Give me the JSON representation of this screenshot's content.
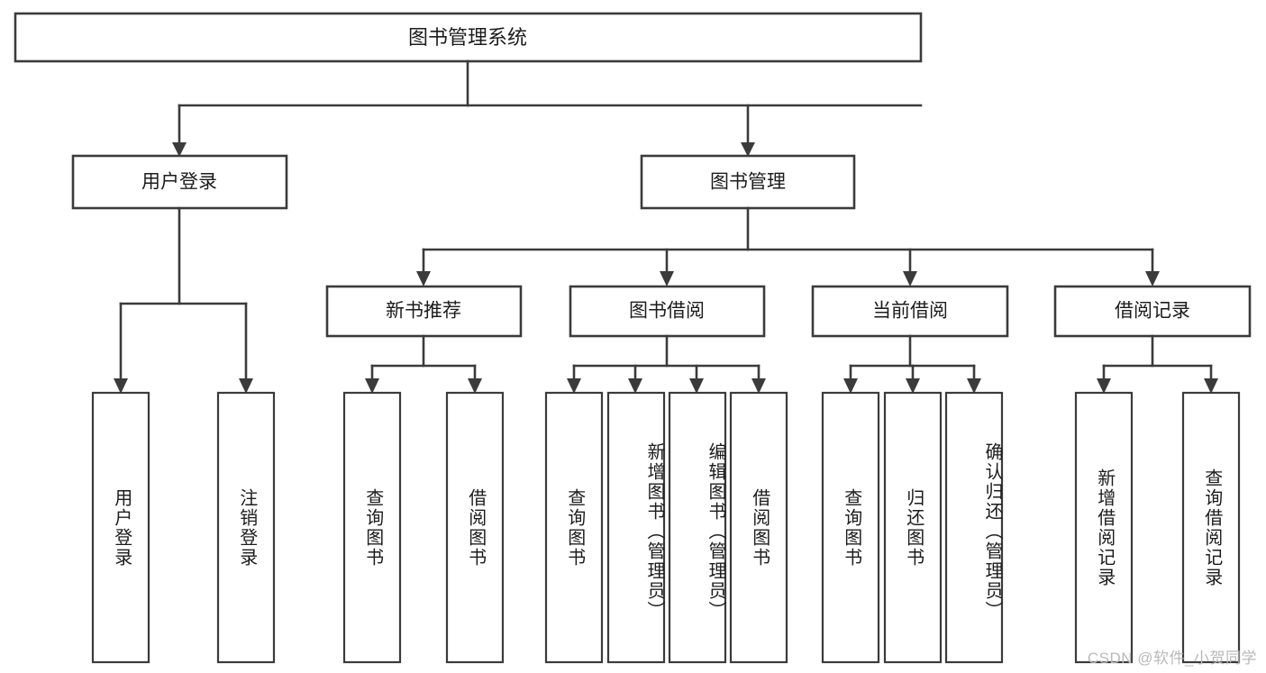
{
  "diagram": {
    "type": "tree",
    "title_node": {
      "label": "图书管理系统"
    },
    "level2": [
      {
        "label": "用户登录"
      },
      {
        "label": "图书管理"
      }
    ],
    "level3": [
      {
        "label": "新书推荐"
      },
      {
        "label": "图书借阅"
      },
      {
        "label": "当前借阅"
      },
      {
        "label": "借阅记录"
      }
    ],
    "leaves": {
      "user_login": [
        {
          "label": "用户登录"
        },
        {
          "label": "注销登录"
        }
      ],
      "new_book_recommend": [
        {
          "label": "查询图书"
        },
        {
          "label": "借阅图书"
        }
      ],
      "book_borrow": [
        {
          "label": "查询图书"
        },
        {
          "label": "新增图书（管理员）"
        },
        {
          "label": "编辑图书（管理员）"
        },
        {
          "label": "借阅图书"
        }
      ],
      "current_borrow": [
        {
          "label": "查询图书"
        },
        {
          "label": "归还图书"
        },
        {
          "label": "确认归还（管理员）"
        }
      ],
      "borrow_record": [
        {
          "label": "新增借阅记录"
        },
        {
          "label": "查询借阅记录"
        }
      ]
    },
    "watermark": "CSDN @软件_小贺同学",
    "colors": {
      "stroke": "#3b3b3b",
      "box_fill": "#ffffff",
      "text": "#1c1c1c",
      "watermark": "#b9b9b9",
      "background": "#ffffff"
    }
  }
}
